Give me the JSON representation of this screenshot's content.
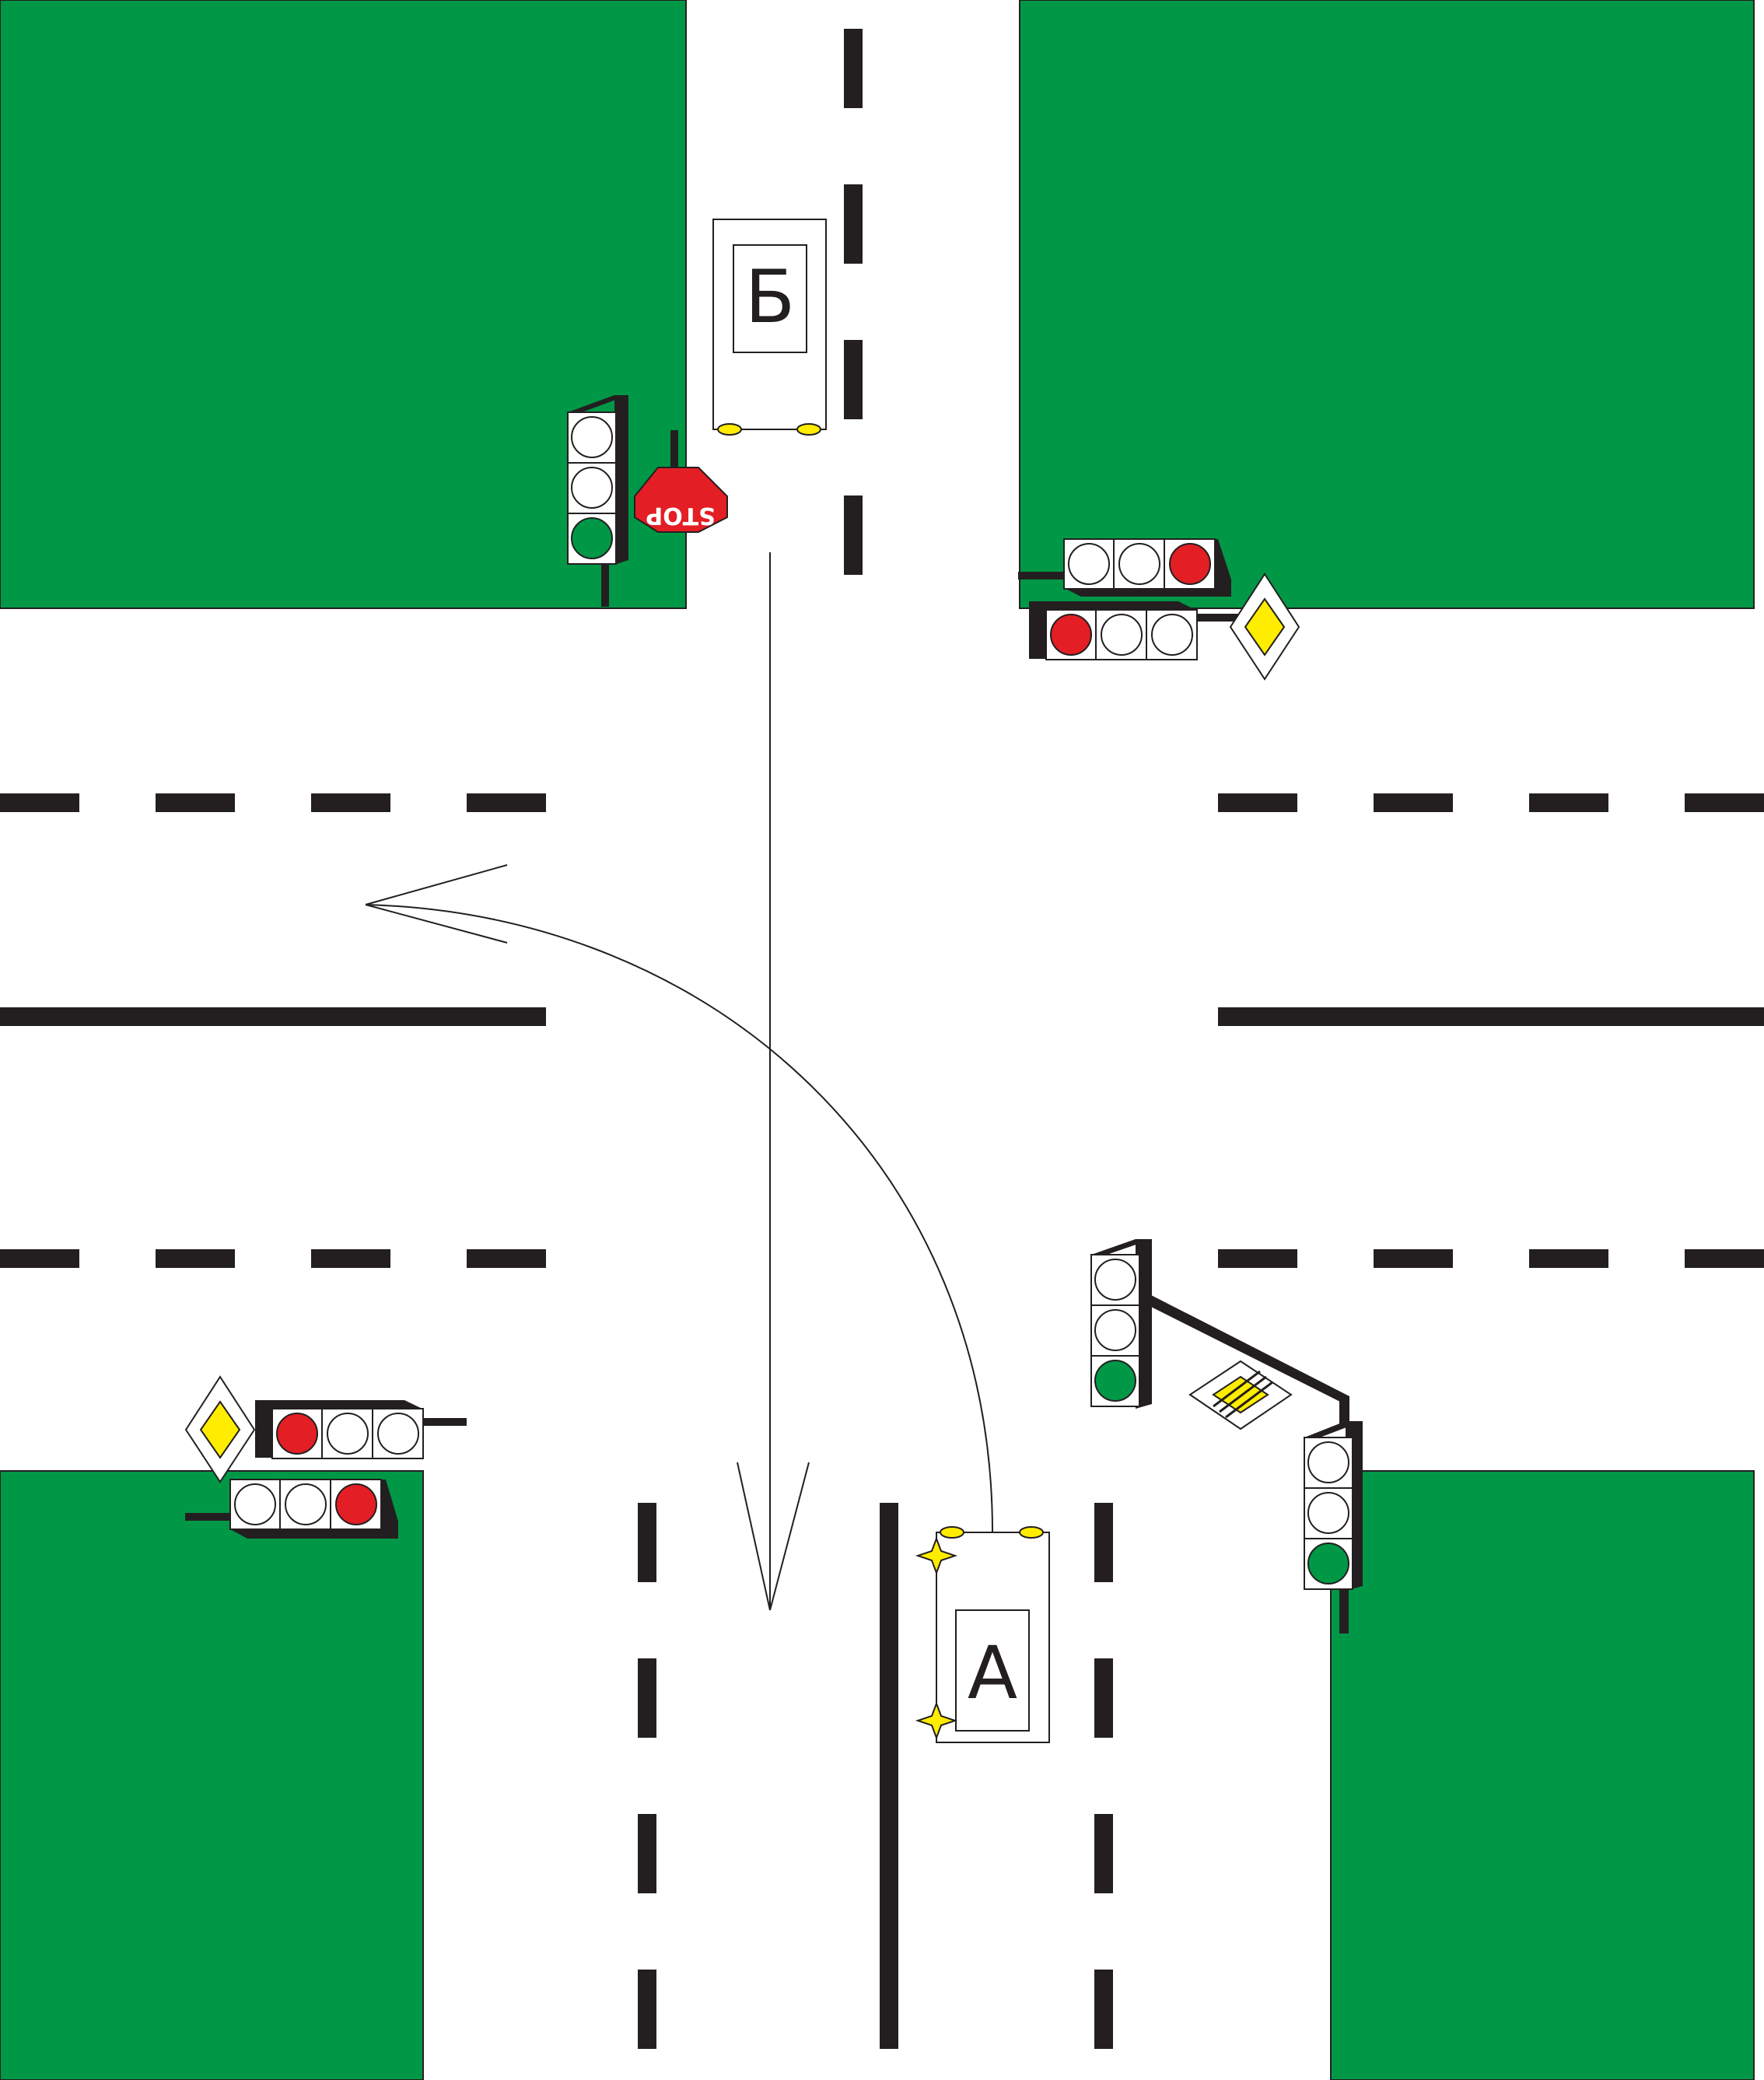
{
  "colors": {
    "grass": "#009846",
    "marking": "#231f20",
    "light_red": "#e31e24",
    "light_green": "#009846",
    "light_off": "#ffffff",
    "sign_yellow": "#ffed00",
    "stop_red": "#e31e24",
    "headlight": "#ffed00"
  },
  "vehicles": {
    "a": {
      "label": "А",
      "turn_signal": "left",
      "maneuver": "left turn"
    },
    "b": {
      "label": "Б",
      "maneuver": "straight"
    }
  },
  "signs": {
    "stop": {
      "text": "STOP",
      "icon": "stop-sign-icon"
    },
    "priority": {
      "icon": "priority-road-sign-icon"
    },
    "end_priority": {
      "icon": "end-of-priority-road-sign-icon"
    }
  },
  "traffic_lights": {
    "nw_vertical": "green",
    "ne_upper": "red",
    "ne_lower": "red",
    "sw_upper": "red",
    "sw_lower": "red",
    "se_left": "green",
    "se_right": "green"
  }
}
